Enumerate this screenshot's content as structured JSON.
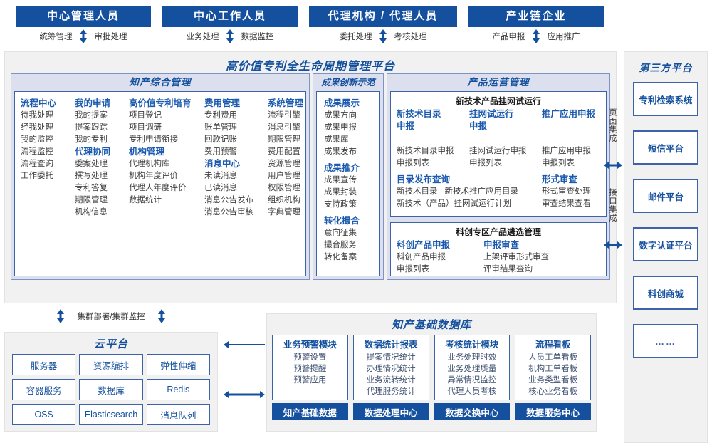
{
  "roles": [
    {
      "title": "中心管理人员",
      "flows": [
        "统筹管理",
        "审批处理"
      ]
    },
    {
      "title": "中心工作人员",
      "flows": [
        "业务处理",
        "数据监控"
      ]
    },
    {
      "title": "代理机构 / 代理人员",
      "flows": [
        "委托处理",
        "考核处理"
      ]
    },
    {
      "title": "产业链企业",
      "flows": [
        "产品申报",
        "应用推广"
      ]
    }
  ],
  "platform": {
    "title": "高价值专利全生命周期管理平台",
    "panels": {
      "comprehensive": {
        "head": "知产综合管理",
        "columns": [
          {
            "groups": [
              {
                "head": "流程中心",
                "leaves": [
                  "待我处理",
                  "经我处理",
                  "我的监控",
                  "流程监控",
                  "流程查询",
                  "工作委托"
                ]
              }
            ]
          },
          {
            "groups": [
              {
                "head": "我的申请",
                "leaves": [
                  "我的提案",
                  "提案跟踪",
                  "我的专利"
                ]
              },
              {
                "head": "代理协同",
                "leaves": [
                  "委案处理",
                  "撰写处理",
                  "专利答复",
                  "期限管理",
                  "机构信息"
                ]
              }
            ]
          },
          {
            "groups": [
              {
                "head": "高价值专利培育",
                "leaves": [
                  "项目登记",
                  "项目调研",
                  "专利申请衔接"
                ]
              },
              {
                "head": "机构管理",
                "leaves": [
                  "代理机构库",
                  "机构年度评价",
                  "代理人年度评价",
                  "数据统计"
                ]
              }
            ]
          },
          {
            "groups": [
              {
                "head": "费用管理",
                "leaves": [
                  "专利费用",
                  "账单管理",
                  "回款记账",
                  "费用预警"
                ]
              },
              {
                "head": "消息中心",
                "leaves": [
                  "未读消息",
                  "已读消息",
                  "消息公告发布",
                  "消息公告审核"
                ]
              }
            ]
          },
          {
            "groups": [
              {
                "head": "系统管理",
                "leaves": [
                  "流程引擎",
                  "消息引擎",
                  "期限管理",
                  "费用配置",
                  "资源管理",
                  "用户管理",
                  "权限管理",
                  "组织机构",
                  "字典管理"
                ]
              }
            ]
          }
        ]
      },
      "achievement": {
        "head": "成果创新示范",
        "groups": [
          {
            "head": "成果展示",
            "leaves": [
              "成果方向",
              "成果申报",
              "成果库",
              "成果发布"
            ]
          },
          {
            "head": "成果推介",
            "leaves": [
              "成果宣传",
              "成果封装",
              "支持政策"
            ]
          },
          {
            "head": "转化撮合",
            "leaves": [
              "意向征集",
              "撮合服务",
              "转化备案"
            ]
          }
        ]
      },
      "product_ops": {
        "head": "产品运营管理",
        "subboxes": [
          {
            "title": "新技术产品挂网试运行",
            "columns": [
              {
                "head": "新技术目录申报",
                "leaves": [
                  "新技术目录申报",
                  "申报列表"
                ]
              },
              {
                "head": "挂网试运行申报",
                "leaves": [
                  "挂网试运行申报",
                  "申报列表"
                ]
              },
              {
                "head": "推广应用申报",
                "leaves": [
                  "推广应用申报",
                  "申报列表"
                ]
              }
            ],
            "row2": [
              {
                "head": "目录发布查询",
                "leaves": [
                  "新技术目录",
                  "新技术推广应用目录",
                  "新技术（产品）挂网试运行计划"
                ]
              },
              {
                "head": "形式审查",
                "leaves": [
                  "形式审查处理",
                  "审查结果查看"
                ]
              }
            ]
          },
          {
            "title": "科创专区产品遴选管理",
            "columns": [
              {
                "head": "科创产品申报",
                "leaves": [
                  "科创产品申报",
                  "申报列表"
                ]
              },
              {
                "head": "申报审查",
                "leaves": [
                  "上架评审形式审查",
                  "评审结果查询"
                ]
              }
            ]
          }
        ]
      }
    }
  },
  "integration": {
    "page_label": "页面集成",
    "api_label": "接口集成"
  },
  "third_party": {
    "title": "第三方平台",
    "items": [
      "专利检索系统",
      "短信平台",
      "邮件平台",
      "数字认证平台",
      "科创商城",
      "……"
    ]
  },
  "cluster_label": "集群部署/集群监控",
  "cloud": {
    "title": "云平台",
    "cells": [
      "服务器",
      "资源编排",
      "弹性伸缩",
      "容器服务",
      "数据库",
      "Redis",
      "OSS",
      "Elasticsearch",
      "消息队列"
    ]
  },
  "knowledge_db": {
    "title": "知产基础数据库",
    "columns": [
      {
        "head": "业务预警模块",
        "leaves": [
          "预警设置",
          "预警提醒",
          "预警应用"
        ],
        "foot": "知产基础数据"
      },
      {
        "head": "数据统计报表",
        "leaves": [
          "提案情况统计",
          "办理情况统计",
          "业务流转统计",
          "代理服务统计"
        ],
        "foot": "数据处理中心"
      },
      {
        "head": "考核统计模块",
        "leaves": [
          "业务处理时效",
          "业务处理质量",
          "异常情况监控",
          "代理人员考核"
        ],
        "foot": "数据交换中心"
      },
      {
        "head": "流程看板",
        "leaves": [
          "人员工单看板",
          "机构工单看板",
          "业务类型看板",
          "核心业务看板"
        ],
        "foot": "数据服务中心"
      }
    ]
  },
  "colors": {
    "primary_blue": "#14509E",
    "panel_band": "#DCDFEE",
    "panel_border": "#3C62A8",
    "surface": "#F1F1F1"
  }
}
